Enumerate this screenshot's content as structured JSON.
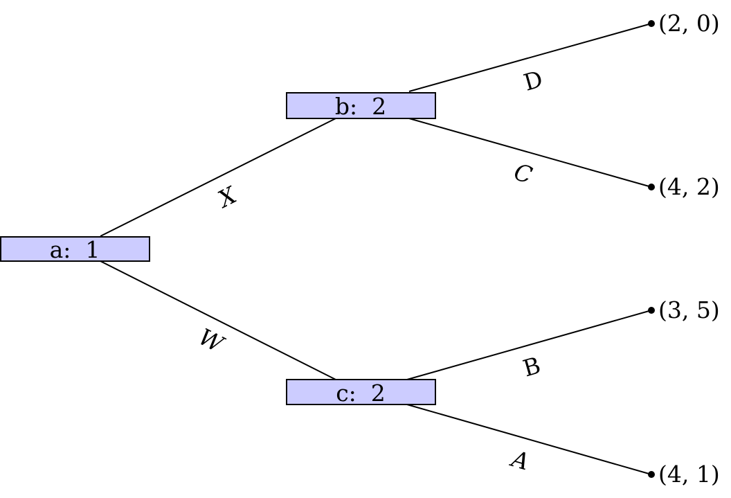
{
  "colors": {
    "node_fill": "#ccccff",
    "line": "#000000"
  },
  "nodes": {
    "a": {
      "label": "a:  1"
    },
    "b": {
      "label": "b:  2"
    },
    "c": {
      "label": "c:  2"
    }
  },
  "edges": {
    "X": {
      "label": "X"
    },
    "W": {
      "label": "W"
    },
    "D": {
      "label": "D"
    },
    "C": {
      "label": "C"
    },
    "B": {
      "label": "B"
    },
    "A": {
      "label": "A"
    }
  },
  "payoffs": {
    "D": "(2, 0)",
    "C": "(4, 2)",
    "B": "(3, 5)",
    "A": "(4, 1)"
  }
}
